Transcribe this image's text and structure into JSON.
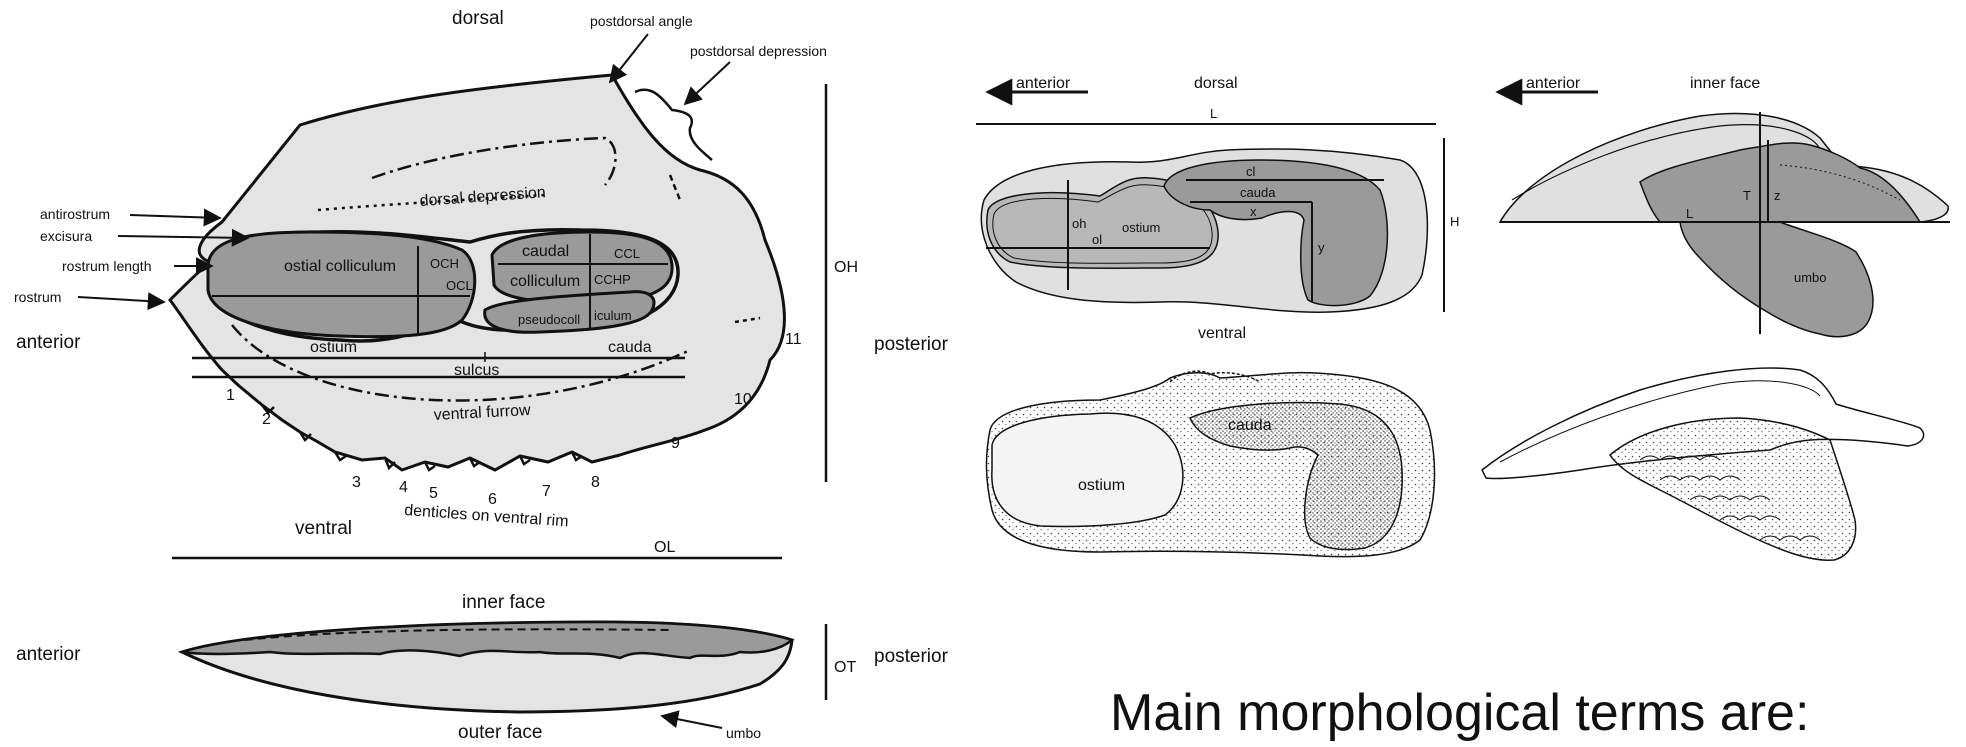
{
  "figure_left": {
    "orientation": {
      "dorsal": "dorsal",
      "ventral": "ventral",
      "anterior": "anterior",
      "posterior": "posterior"
    },
    "callouts": {
      "postdorsal_angle": "postdorsal angle",
      "postdorsal_depression": "postdorsal depression",
      "antirostrum": "antirostrum",
      "excisura": "excisura",
      "rostrum_length": "rostrum length",
      "rostrum": "rostrum"
    },
    "structures": {
      "dorsal_depression": "dorsal depression",
      "ostial_colliculum": "ostial colliculum",
      "och": "OCH",
      "ocl": "OCL",
      "caudal": "caudal",
      "colliculum": "colliculum",
      "ccl": "CCL",
      "cchp": "CCHP",
      "pseudocoll": "pseudocoll",
      "iculum": "iculum",
      "ostium": "ostium",
      "cauda": "cauda",
      "sulcus": "sulcus",
      "ventral_furrow": "ventral furrow",
      "denticles": "denticles on ventral rim"
    },
    "denticle_numbers": [
      "1",
      "2",
      "3",
      "4",
      "5",
      "6",
      "7",
      "8",
      "9",
      "10",
      "11"
    ],
    "measures": {
      "oh": "OH",
      "ol": "OL",
      "ot": "OT"
    },
    "side_view": {
      "inner_face": "inner face",
      "outer_face": "outer face",
      "anterior": "anterior",
      "posterior": "posterior",
      "umbo": "umbo"
    }
  },
  "figure_right_top": {
    "anterior": "anterior",
    "dorsal": "dorsal",
    "ventral": "ventral",
    "length": "L",
    "height": "H",
    "cl": "cl",
    "cauda": "cauda",
    "x": "x",
    "y": "y",
    "oh": "oh",
    "ol": "ol",
    "ostium": "ostium"
  },
  "figure_right_side": {
    "anterior": "anterior",
    "inner_face": "inner face",
    "length": "L",
    "t": "T",
    "z": "z",
    "umbo": "umbo"
  },
  "figure_right_bottom": {
    "cauda": "cauda",
    "ostium": "ostium"
  },
  "caption": "Main morphological terms are:"
}
